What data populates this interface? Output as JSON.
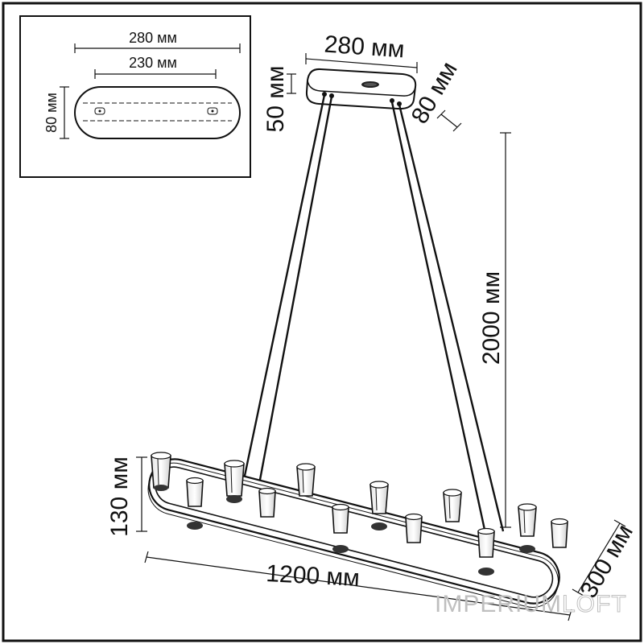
{
  "inset": {
    "width_outer": "280 мм",
    "width_inner": "230 мм",
    "depth": "80 мм"
  },
  "canopy": {
    "width": "280 мм",
    "height": "50 мм",
    "depth": "80 мм"
  },
  "suspension": {
    "length": "2000 мм"
  },
  "fixture": {
    "height": "130 мм",
    "length": "1200 мм",
    "depth": "300 мм"
  },
  "watermark": {
    "part1": "IMPERIUM",
    "part2": "LOFT"
  },
  "colors": {
    "line": "#111111",
    "watermark": "#bfbfbf"
  }
}
